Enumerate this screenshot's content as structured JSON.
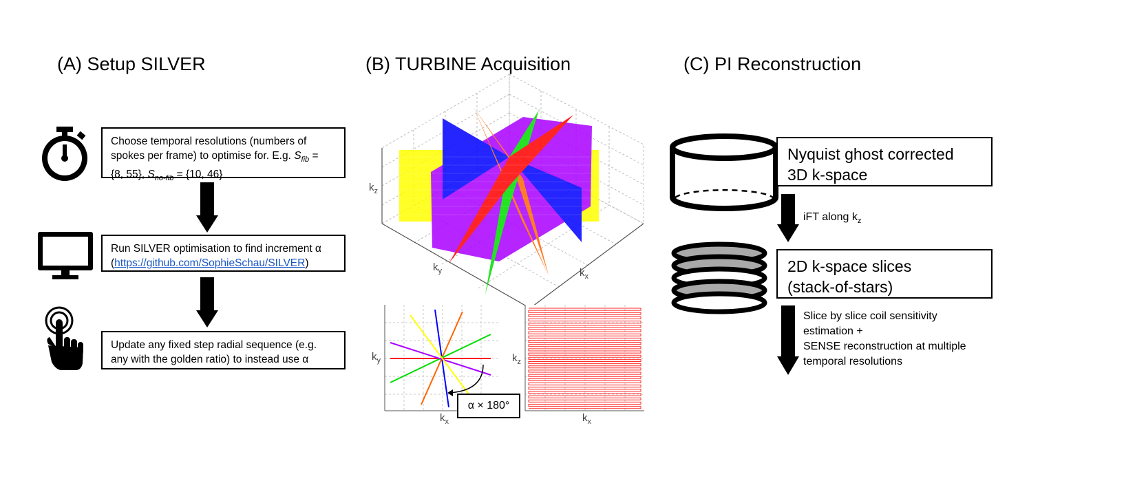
{
  "panels": {
    "a": {
      "title": "(A) Setup SILVER"
    },
    "b": {
      "title": "(B) TURBINE Acquisition"
    },
    "c": {
      "title": "(C) PI Reconstruction"
    }
  },
  "setup": {
    "step1": {
      "line1": "Choose temporal resolutions (numbers of",
      "line2_pre": "spokes per frame) to optimise for. E.g. ",
      "s": "S",
      "fib_sub": "fib",
      "line2_post": " =",
      "line3_pre": "{8, 55}, ",
      "nofib_sub": "no-fib",
      "line3_post": " = {10, 46}"
    },
    "step2": {
      "line1": "Run SILVER optimisation to find increment α",
      "open_paren": "(",
      "link": "https://github.com/SophieSchau/SILVER",
      "close_paren": ")"
    },
    "step3": {
      "line1": "Update any fixed step radial sequence (e.g.",
      "line2": "any with the golden ratio) to instead use α"
    },
    "icons": [
      "stopwatch-icon",
      "monitor-icon",
      "touch-hand-icon"
    ]
  },
  "acquisition": {
    "axis_kz": "k",
    "axis_kz_sub": "z",
    "axis_ky": "k",
    "axis_ky_sub": "y",
    "axis_kx": "k",
    "axis_kx_sub": "x",
    "angle_label": "α × 180°",
    "colors": [
      "#0000ff",
      "#ff6600",
      "#00dd00",
      "#ff0000",
      "#aa00ff",
      "#ffff00"
    ]
  },
  "recon": {
    "box1_line1": "Nyquist ghost corrected",
    "box1_line2": "3D k-space",
    "step1_pre": "iFT along k",
    "step1_sub": "z",
    "box2_line1": "2D k-space slices",
    "box2_line2": "(stack-of-stars)",
    "step2_line1": "Slice by slice coil sensitivity",
    "step2_line2": "estimation +",
    "step2_line3": "SENSE reconstruction at multiple",
    "step2_line4": "temporal resolutions",
    "icons": [
      "cylinder-icon",
      "stacked-discs-icon"
    ]
  }
}
